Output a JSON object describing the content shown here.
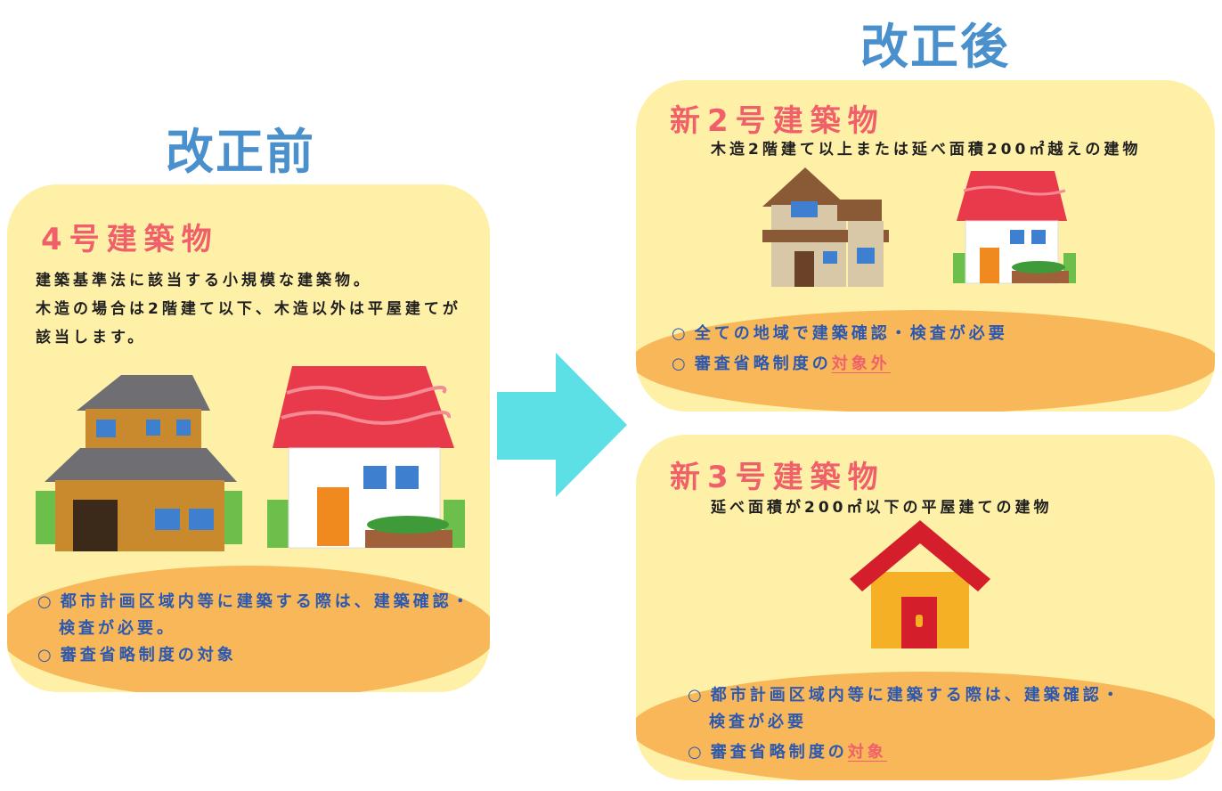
{
  "headings": {
    "before": "改正前",
    "after": "改正後"
  },
  "before_card": {
    "title": "4号建築物",
    "desc_lines": [
      "建築基準法に該当する小規模な建築物。",
      "木造の場合は2階建て以下、木造以外は平屋建てが",
      "該当します。"
    ],
    "bullets": [
      {
        "mark": "○",
        "text": "都市計画区域内等に建築する際は、建築確認・"
      },
      {
        "mark": "",
        "text": "検査が必要。"
      },
      {
        "mark": "○",
        "text": "審査省略制度の対象"
      }
    ]
  },
  "after_card_2": {
    "title": "新2号建築物",
    "desc": "木造2階建て以上または延べ面積200㎡越えの建物",
    "bullets": [
      {
        "mark": "○",
        "text": "全ての地域で建築確認・検査が必要"
      },
      {
        "mark": "○",
        "text_before": "審査省略制度の",
        "highlight": "対象外"
      }
    ]
  },
  "after_card_3": {
    "title": "新3号建築物",
    "desc": "延べ面積が200㎡以下の平屋建ての建物",
    "bullets": [
      {
        "mark": "○",
        "text": "都市計画区域内等に建築する際は、建築確認・"
      },
      {
        "mark": "",
        "text": "検査が必要"
      },
      {
        "mark": "○",
        "text_before": "審査省略制度の",
        "highlight": "対象"
      }
    ]
  },
  "colors": {
    "heading": "#4a90cc",
    "card_bg": "#fff0a8",
    "bubble": "#f8b85a",
    "title": "#f0606a",
    "bullet_text": "#2c58b0",
    "arrow": "#5ce0e6"
  },
  "icons": [
    "wooden-two-story-house-icon",
    "red-roof-house-icon",
    "modern-two-story-house-icon",
    "small-red-roof-house-icon",
    "single-story-house-icon",
    "right-arrow-icon"
  ]
}
